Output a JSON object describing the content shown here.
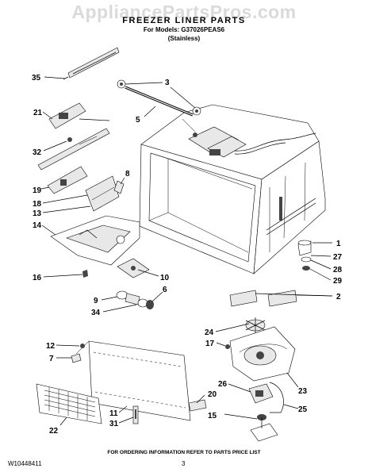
{
  "watermark": "AppliancePartsPros.com",
  "header": {
    "title": "FREEZER LINER PARTS",
    "models": "For Models: G37026PEAS6",
    "variant": "(Stainless)"
  },
  "callouts": {
    "c1": "1",
    "c2a": "2",
    "c2b": "2",
    "c3": "3",
    "c5": "5",
    "c6": "6",
    "c7": "7",
    "c8": "8",
    "c9": "9",
    "c10": "10",
    "c11": "11",
    "c12": "12",
    "c13": "13",
    "c14": "14",
    "c15": "15",
    "c16": "16",
    "c17": "17",
    "c18": "18",
    "c19": "19",
    "c20": "20",
    "c21": "21",
    "c22": "22",
    "c23": "23",
    "c24": "24",
    "c25": "25",
    "c26": "26",
    "c27": "27",
    "c28": "28",
    "c29": "29",
    "c31": "31",
    "c32": "32",
    "c34": "34",
    "c35": "35"
  },
  "footer": {
    "note": "FOR ORDERING INFORMATION REFER TO PARTS PRICE LIST",
    "doc_number": "W10448411",
    "page_number": "3"
  }
}
